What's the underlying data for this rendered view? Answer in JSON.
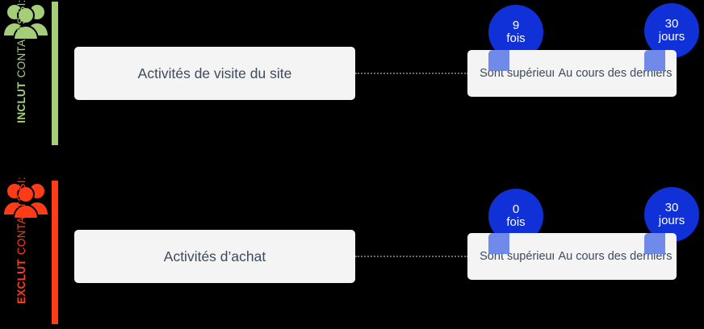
{
  "colors": {
    "background": "#000000",
    "include_accent": "#a5ce79",
    "exclude_accent": "#ff3b18",
    "badge_blue": "#1030d8",
    "badge_overlap": "#6480e8",
    "chip_background": "#f4f4f5",
    "chip_text": "#3f4a5a",
    "connector": "#6a6a6a"
  },
  "groups": [
    {
      "key": "include",
      "icon": "people-group-icon",
      "rail_label_line1": "INCLUT",
      "rail_label_line2": "CONTACTS SI:",
      "accent": "#a5ce79",
      "steps": {
        "activity": "Activités de visite du site",
        "operator": "Sont supérieures à",
        "period": "Au cours des derniers"
      },
      "badges": {
        "count_value": "9",
        "count_unit": "fois",
        "period_value": "30",
        "period_unit": "jours"
      }
    },
    {
      "key": "exclude",
      "icon": "people-group-icon",
      "rail_label_line1": "EXCLUT",
      "rail_label_line2": "CONTACTS SI:",
      "accent": "#ff3b18",
      "steps": {
        "activity": "Activités d’achat",
        "operator": "Sont supérieures à",
        "period": "Au cours des derniers"
      },
      "badges": {
        "count_value": "0",
        "count_unit": "fois",
        "period_value": "30",
        "period_unit": "jours"
      }
    }
  ]
}
